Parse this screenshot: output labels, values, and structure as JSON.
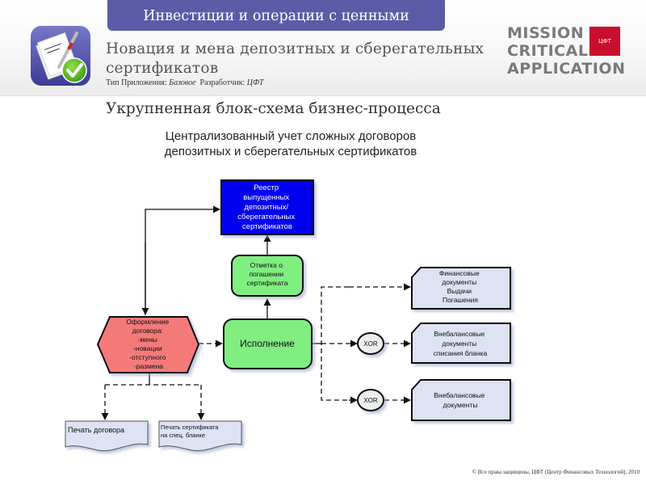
{
  "header": {
    "banner": "Инвестиции и операции с ценными бумагами",
    "app_title": "Новация и мена депозитных и сберегательных сертификатов",
    "meta": {
      "type_label": "Тип Приложения:",
      "type_value": "Базовое",
      "dev_label": "Разработчик:",
      "dev_value": "ЦФТ"
    },
    "logo": {
      "lines": [
        "MISSION",
        "CRITICAL",
        "APPLICATION"
      ],
      "badge_text": "ЦФТ",
      "badge_color": "#c8102e",
      "text_color": "#7a7a7a"
    },
    "icon": "document-pen-check-icon",
    "banner_color": "#5b5ba8"
  },
  "section_title": "Укрупненная блок-схема бизнес-процесса",
  "diagram": {
    "title_lines": [
      "Централизованный учет сложных договоров",
      "депозитных и сберегательных сертификатов"
    ],
    "nodes": {
      "registry": {
        "lines": [
          "Реестр",
          "выпущенных",
          "депозитных/",
          "сберегательных",
          "сертификатов"
        ],
        "fill": "#0000ee",
        "text_color": "#ffffff"
      },
      "mark": {
        "lines": [
          "Отметка о",
          "погашении",
          "сертификата"
        ],
        "fill": "#80ee80"
      },
      "contract": {
        "lines": [
          "Оформление",
          "договора:",
          "-мены",
          "-новации",
          "-отступного",
          "-размена"
        ],
        "fill": "#f47a7a"
      },
      "execution": {
        "lines": [
          "Исполнение"
        ],
        "fill": "#80ee80"
      },
      "xor1": {
        "lines": [
          "XOR"
        ]
      },
      "xor2": {
        "lines": [
          "XOR"
        ]
      },
      "fin_docs": {
        "lines": [
          "Финансовые",
          "документы",
          "Выдачи",
          "Погашения"
        ],
        "fill": "#dde3f3"
      },
      "offbal_writeoff": {
        "lines": [
          "Внебалансовые",
          "документы",
          "списания бланка"
        ],
        "fill": "#dde3f3"
      },
      "offbal_docs": {
        "lines": [
          "Внебалансовые",
          "документы"
        ],
        "fill": "#dde3f3"
      },
      "print_contract": {
        "lines": [
          "Печать договора"
        ],
        "fill": "#dde3f3"
      },
      "print_cert": {
        "lines": [
          "Печать сертификата",
          "на спец. бланке"
        ],
        "fill": "#dde3f3"
      }
    }
  },
  "footer": "© Все права защищены, ЦФТ (Центр Финансовых Технологий), 2010"
}
